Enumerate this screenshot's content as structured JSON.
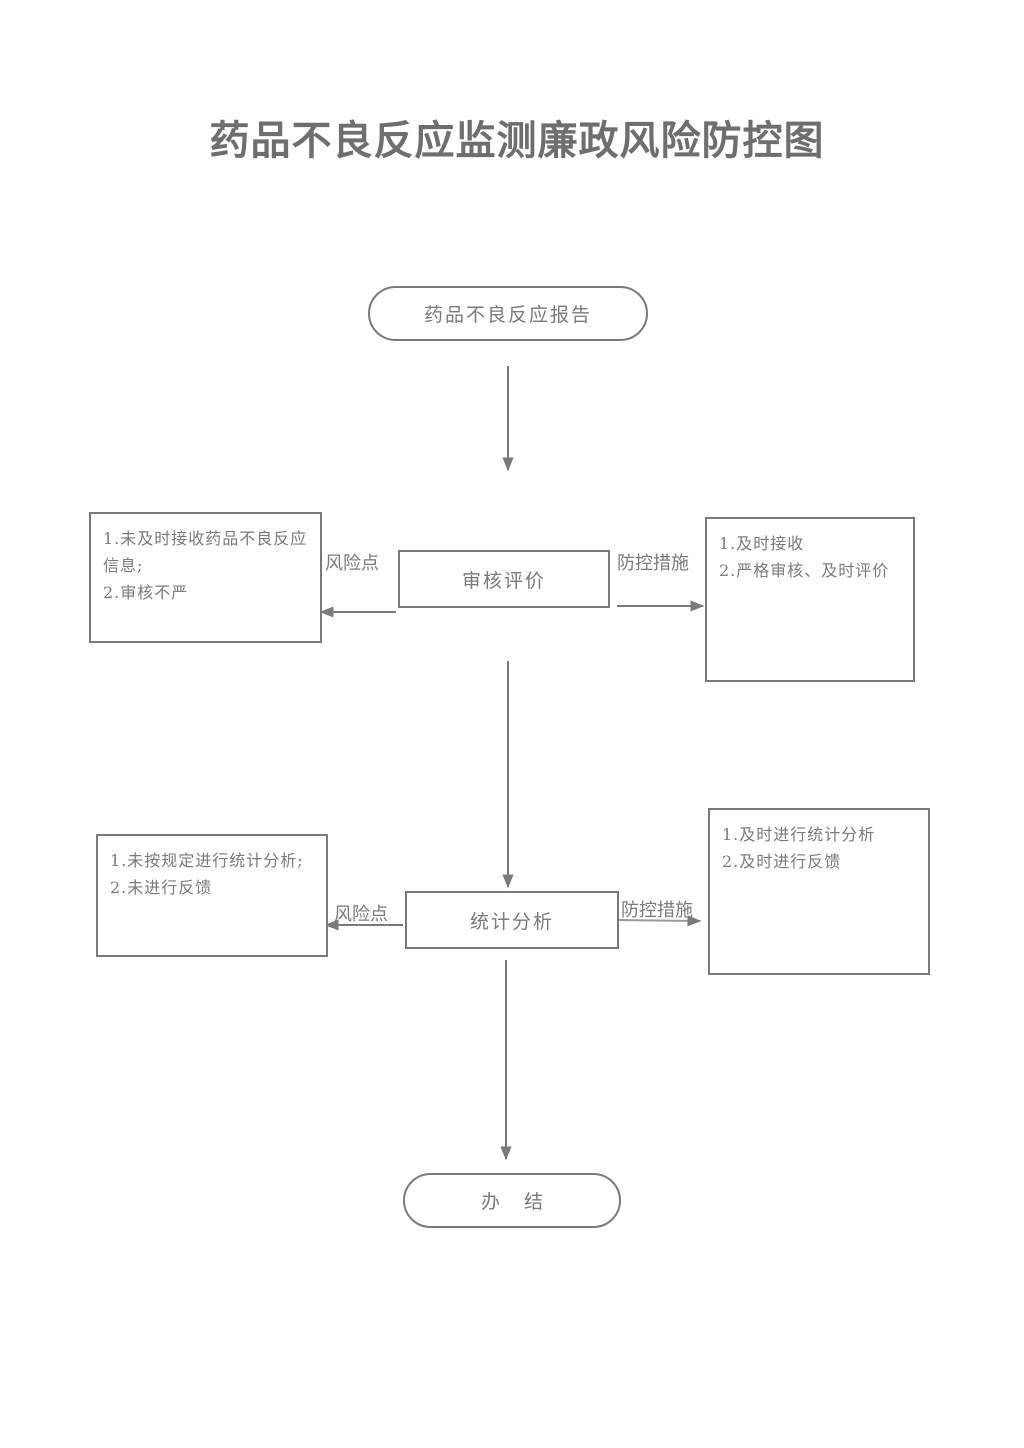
{
  "title": "药品不良反应监测廉政风险防控图",
  "nodes": {
    "start": "药品不良反应报告",
    "review": "审核评价",
    "stats": "统计分析",
    "end": "办结"
  },
  "review_risks": [
    "1.未及时接收药品不良反应信息;",
    "2.审核不严"
  ],
  "review_controls": [
    "1.及时接收",
    "2.严格审核、及时评价"
  ],
  "stats_risks": [
    "1.未按规定进行统计分析;",
    "2.未进行反馈"
  ],
  "stats_controls": [
    "1.及时进行统计分析",
    "2.及时进行反馈"
  ],
  "labels": {
    "risk_point": "风险点",
    "control_measures": "防控措施"
  }
}
